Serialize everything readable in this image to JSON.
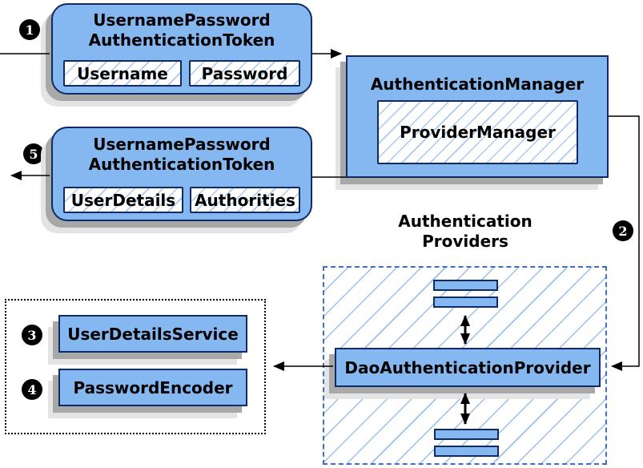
{
  "badges": {
    "b1": "1",
    "b2": "2",
    "b3": "3",
    "b4": "4",
    "b5": "5"
  },
  "token_in": {
    "title_line1": "UsernamePassword",
    "title_line2": "AuthenticationToken",
    "fields": [
      {
        "label": "Username"
      },
      {
        "label": "Password"
      }
    ]
  },
  "auth_manager": {
    "title": "AuthenticationManager",
    "provider": "ProviderManager"
  },
  "token_out": {
    "title_line1": "UsernamePassword",
    "title_line2": "AuthenticationToken",
    "fields": [
      {
        "label": "UserDetails"
      },
      {
        "label": "Authorities"
      }
    ]
  },
  "providers_group": {
    "label_line1": "Authentication",
    "label_line2": "Providers",
    "provider": "DaoAuthenticationProvider"
  },
  "collaborators": {
    "user_details_service": "UserDetailsService",
    "password_encoder": "PasswordEncoder"
  },
  "colors": {
    "node_fill": "#85b8f0",
    "node_border": "#102a63",
    "hatch_line": "#a9c9f3",
    "group_dashed_border": "#3f6fc0",
    "group_dotted_border": "#000000",
    "connector": "#000000",
    "badge_bg": "#000000",
    "badge_text": "#ffffff",
    "shadow_dark": "#a8a8a8",
    "shadow_light": "#e4e4e4"
  }
}
